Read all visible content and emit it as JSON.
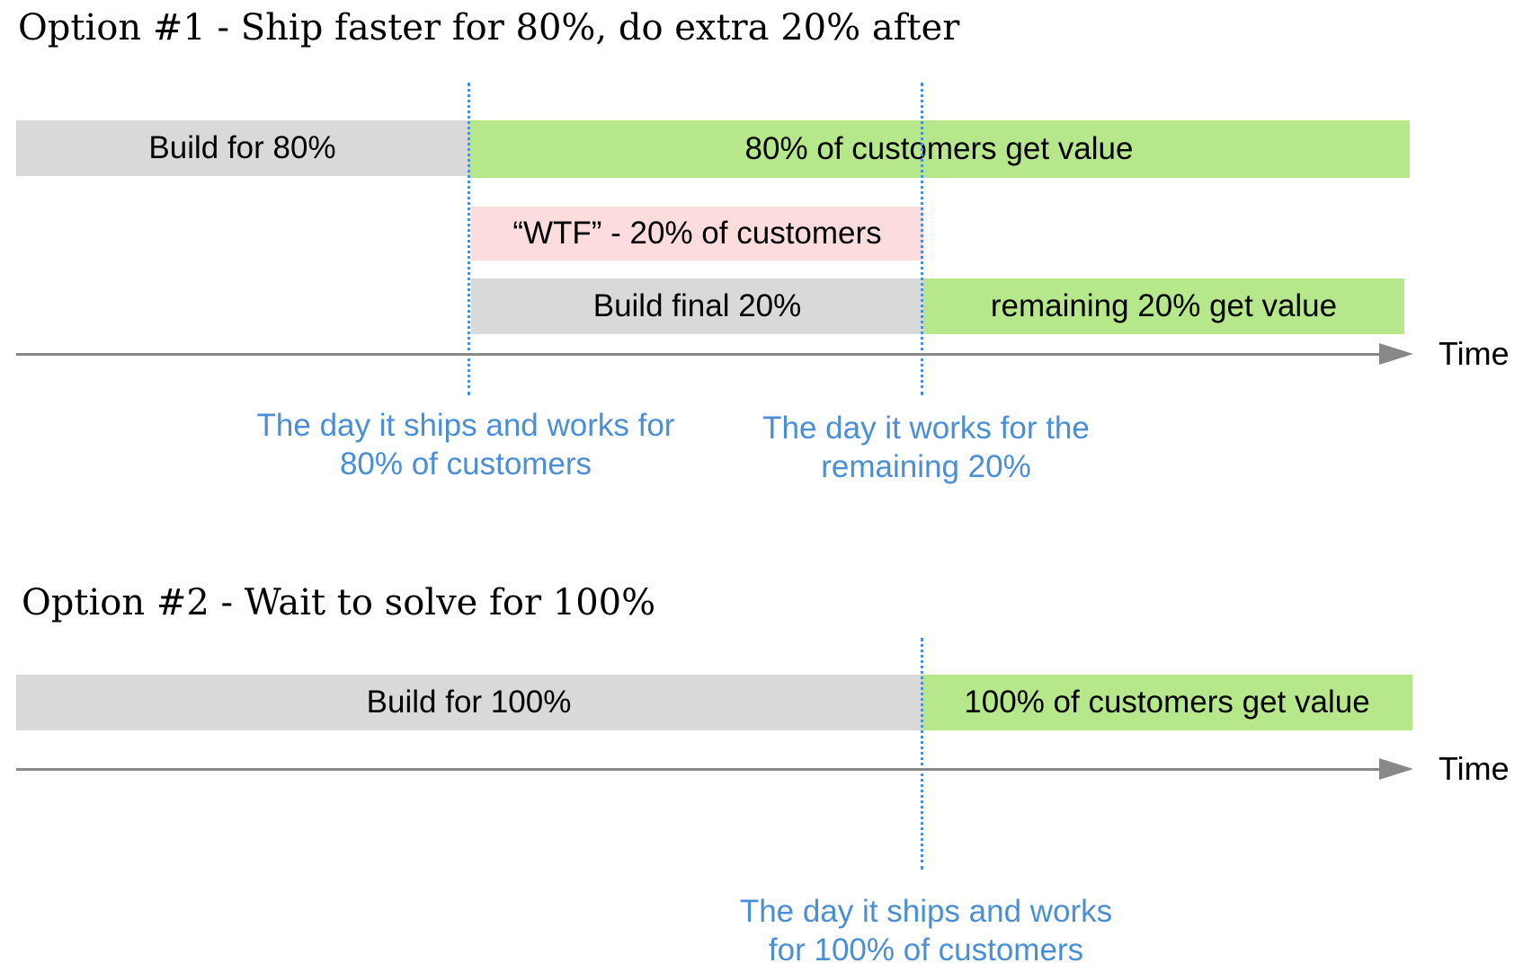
{
  "option1": {
    "title": "Option #1 - Ship faster for 80%, do extra 20% after",
    "bars": {
      "build_80": "Build for 80%",
      "value_80": "80% of customers get value",
      "wtf": "“WTF” - 20% of customers",
      "build_final": "Build final 20%",
      "value_remaining": "remaining 20% get value"
    },
    "axis_label": "Time",
    "annotations": {
      "ship_day": [
        "The day it ships and works for",
        "80% of customers"
      ],
      "works_day": [
        "The day it works for the",
        "remaining 20%"
      ]
    }
  },
  "option2": {
    "title": "Option #2 - Wait to solve for 100%",
    "bars": {
      "build_100": "Build for 100%",
      "value_100": "100% of customers get value"
    },
    "axis_label": "Time",
    "annotations": {
      "ship_day": [
        "The day it ships and works",
        "for 100% of customers"
      ]
    }
  },
  "colors": {
    "build": "#d9d9d9",
    "value": "#b6e78b",
    "wtf": "#fcdcdc",
    "milestone": "#4a90d9",
    "axis": "#888888"
  }
}
